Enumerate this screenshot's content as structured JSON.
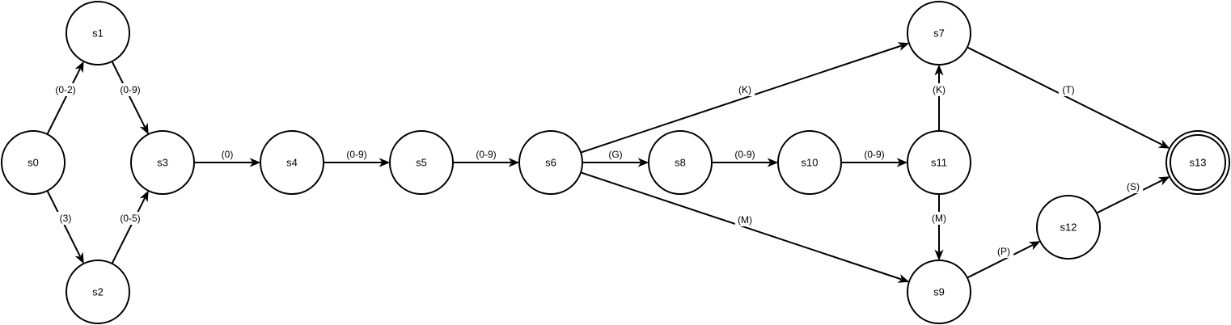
{
  "diagram": {
    "type": "state-machine",
    "colors": {
      "stroke": "#000000",
      "fill": "#ffffff",
      "text": "#000000"
    },
    "states": [
      {
        "id": "s0",
        "label": "s0",
        "accepting": false
      },
      {
        "id": "s1",
        "label": "s1",
        "accepting": false
      },
      {
        "id": "s2",
        "label": "s2",
        "accepting": false
      },
      {
        "id": "s3",
        "label": "s3",
        "accepting": false
      },
      {
        "id": "s4",
        "label": "s4",
        "accepting": false
      },
      {
        "id": "s5",
        "label": "s5",
        "accepting": false
      },
      {
        "id": "s6",
        "label": "s6",
        "accepting": false
      },
      {
        "id": "s7",
        "label": "s7",
        "accepting": false
      },
      {
        "id": "s8",
        "label": "s8",
        "accepting": false
      },
      {
        "id": "s9",
        "label": "s9",
        "accepting": false
      },
      {
        "id": "s10",
        "label": "s10",
        "accepting": false
      },
      {
        "id": "s11",
        "label": "s11",
        "accepting": false
      },
      {
        "id": "s12",
        "label": "s12",
        "accepting": false
      },
      {
        "id": "s13",
        "label": "s13",
        "accepting": true
      }
    ],
    "transitions": [
      {
        "from": "s0",
        "to": "s1",
        "label": "(0-2)"
      },
      {
        "from": "s0",
        "to": "s2",
        "label": "(3)"
      },
      {
        "from": "s1",
        "to": "s3",
        "label": "(0-9)"
      },
      {
        "from": "s2",
        "to": "s3",
        "label": "(0-5)"
      },
      {
        "from": "s3",
        "to": "s4",
        "label": "(0)"
      },
      {
        "from": "s4",
        "to": "s5",
        "label": "(0-9)"
      },
      {
        "from": "s5",
        "to": "s6",
        "label": "(0-9)"
      },
      {
        "from": "s6",
        "to": "s7",
        "label": "(K)"
      },
      {
        "from": "s6",
        "to": "s8",
        "label": "(G)"
      },
      {
        "from": "s6",
        "to": "s9",
        "label": "(M)"
      },
      {
        "from": "s8",
        "to": "s10",
        "label": "(0-9)"
      },
      {
        "from": "s10",
        "to": "s11",
        "label": "(0-9)"
      },
      {
        "from": "s11",
        "to": "s7",
        "label": "(K)"
      },
      {
        "from": "s11",
        "to": "s9",
        "label": "(M)"
      },
      {
        "from": "s7",
        "to": "s13",
        "label": "(T)"
      },
      {
        "from": "s9",
        "to": "s12",
        "label": "(P)"
      },
      {
        "from": "s12",
        "to": "s13",
        "label": "(S)"
      }
    ]
  }
}
